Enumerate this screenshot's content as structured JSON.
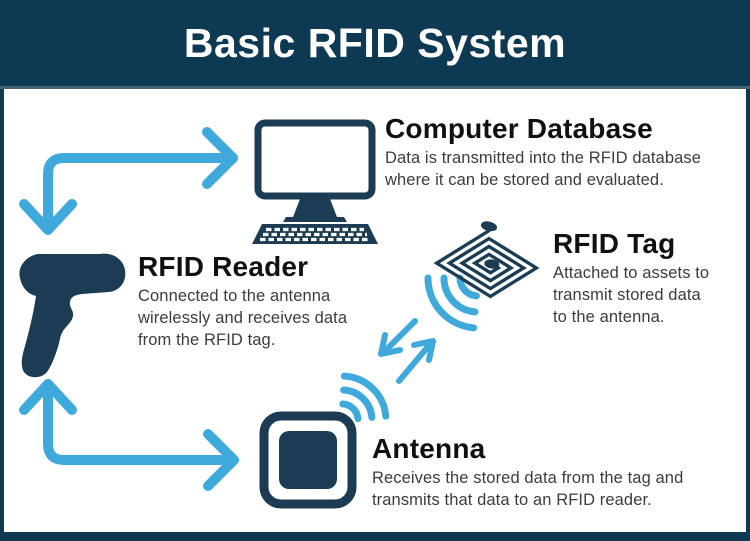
{
  "title": "Basic RFID System",
  "colors": {
    "header_navy": "#0d3a52",
    "icon_navy": "#1b3c52",
    "arrow_blue": "#3fa9dc",
    "heading_text": "#101010",
    "body_text": "#3c3c3c",
    "background": "#ffffff"
  },
  "sections": {
    "computer_database": {
      "heading": "Computer Database",
      "description": [
        "Data is transmitted into the RFID database",
        "where it can be stored and evaluated."
      ]
    },
    "rfid_reader": {
      "heading": "RFID Reader",
      "description": [
        "Connected to the antenna",
        "wirelessly and receives data",
        "from the RFID tag."
      ]
    },
    "rfid_tag": {
      "heading": "RFID Tag",
      "description": [
        "Attached to assets to",
        "transmit stored data",
        "to the antenna."
      ]
    },
    "antenna": {
      "heading": "Antenna",
      "description": [
        "Receives the stored data from the tag and",
        "transmits that data to an RFID reader."
      ]
    }
  },
  "icons": {
    "computer_monitor": "computer-monitor-icon",
    "rfid_reader_gun": "rfid-reader-gun-icon",
    "rfid_tag_coil": "rfid-tag-coil-icon",
    "antenna_square": "antenna-icon",
    "wifi_signal_tag": "wifi-signal-tag-icon",
    "wifi_signal_antenna": "wifi-signal-antenna-icon",
    "arrow_reader_computer": "flow-arrow-reader-to-computer",
    "arrow_reader_antenna": "flow-arrow-reader-to-antenna",
    "arrows_tag_antenna": "bidirectional-arrows-tag-antenna"
  }
}
